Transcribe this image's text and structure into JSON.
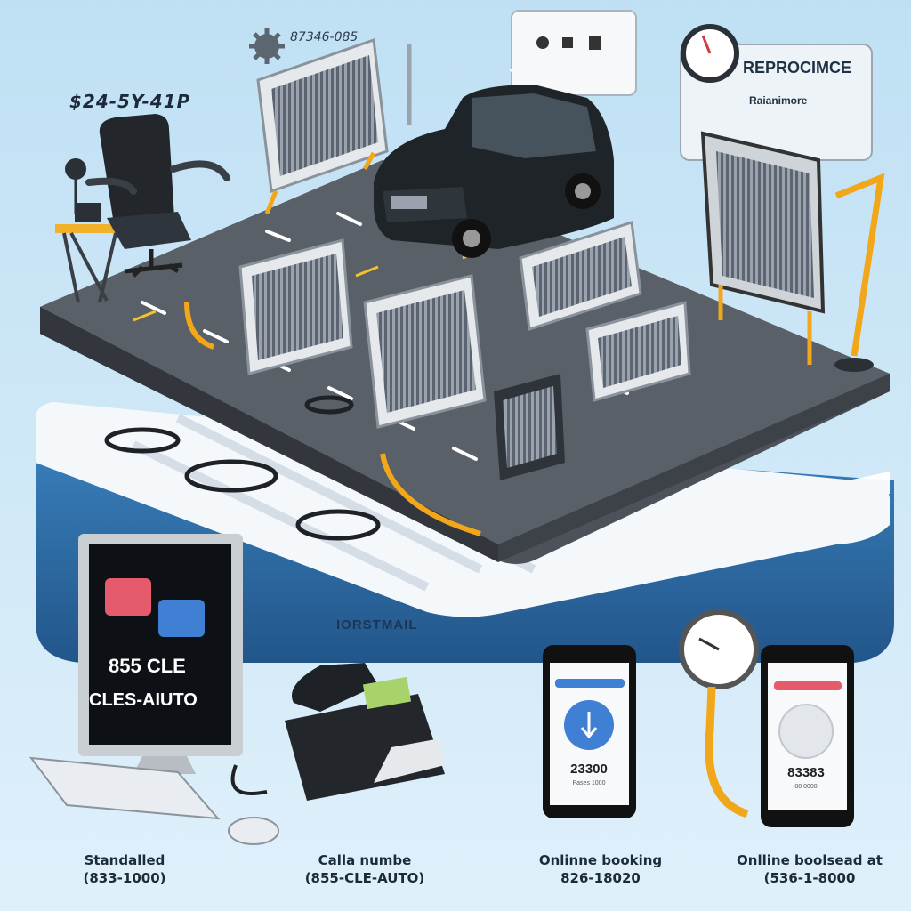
{
  "labels": {
    "price": "$24-5Y-41P",
    "gear_code": "87346-085",
    "sign_title": "REPROCIMCE",
    "sign_subtitle": "Raianimore",
    "monitor_line1": "855 CLE",
    "monitor_line2": "CLES-AIUTO",
    "base_label": "IORSTMAIL",
    "phone1_number": "23300",
    "phone1_caption": "Pases 1000",
    "phone2_number": "83383",
    "phone2_caption": "88 0000"
  },
  "captions": [
    {
      "title": "Standalled",
      "sub": "(833-1000)"
    },
    {
      "title": "Calla numbe",
      "sub": "(855-CLE-AUTO)"
    },
    {
      "title": "Onlinne booking",
      "sub": "826-18020"
    },
    {
      "title": "Onlline boolsead at",
      "sub": "(536-1-8000"
    }
  ],
  "colors": {
    "background": "#cfe6f5",
    "lot": "#4a4f57",
    "base_blue": "#2f6ea8",
    "accent_orange": "#f0a21a"
  }
}
